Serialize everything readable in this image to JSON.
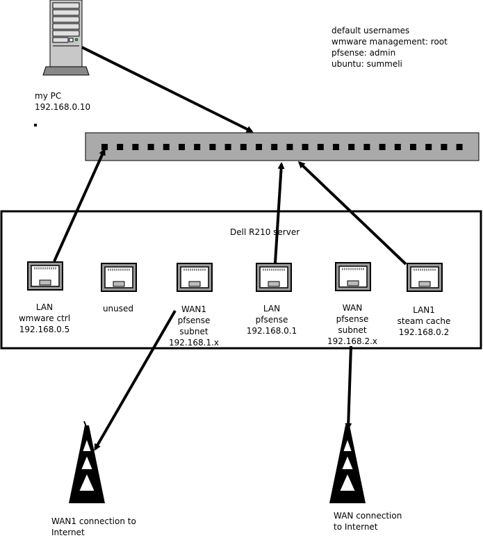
{
  "notes": {
    "line1": "default usernames",
    "line2": "wmware management: root",
    "line3": "pfsense: admin",
    "line4": "ubuntu: summeli"
  },
  "my_pc": {
    "name": "my PC",
    "ip": "192.168.0.10"
  },
  "server": {
    "title": "Dell R210 server",
    "ports": [
      {
        "line1": "LAN",
        "line2": "wmware ctrl",
        "line3": "192.168.0.5",
        "line4": ""
      },
      {
        "line1": "unused",
        "line2": "",
        "line3": "",
        "line4": ""
      },
      {
        "line1": "WAN1",
        "line2": "pfsense",
        "line3": "subnet",
        "line4": "192.168.1.x"
      },
      {
        "line1": "LAN",
        "line2": "pfsense",
        "line3": "192.168.0.1",
        "line4": ""
      },
      {
        "line1": "WAN",
        "line2": "pfsense",
        "line3": "subnet",
        "line4": "192.168.2.x"
      },
      {
        "line1": "LAN1",
        "line2": "steam cache",
        "line3": "192.168.0.2",
        "line4": ""
      }
    ]
  },
  "switch": {
    "port_count": 24,
    "color": "#aaaaaa"
  },
  "towers": [
    {
      "line1": "WAN1 connection to",
      "line2": "Internet"
    },
    {
      "line1": "WAN connection",
      "line2": "to Internet"
    }
  ],
  "colors": {
    "line": "#000000",
    "device_gray": "#aaaaaa",
    "port_gray": "#999999"
  }
}
